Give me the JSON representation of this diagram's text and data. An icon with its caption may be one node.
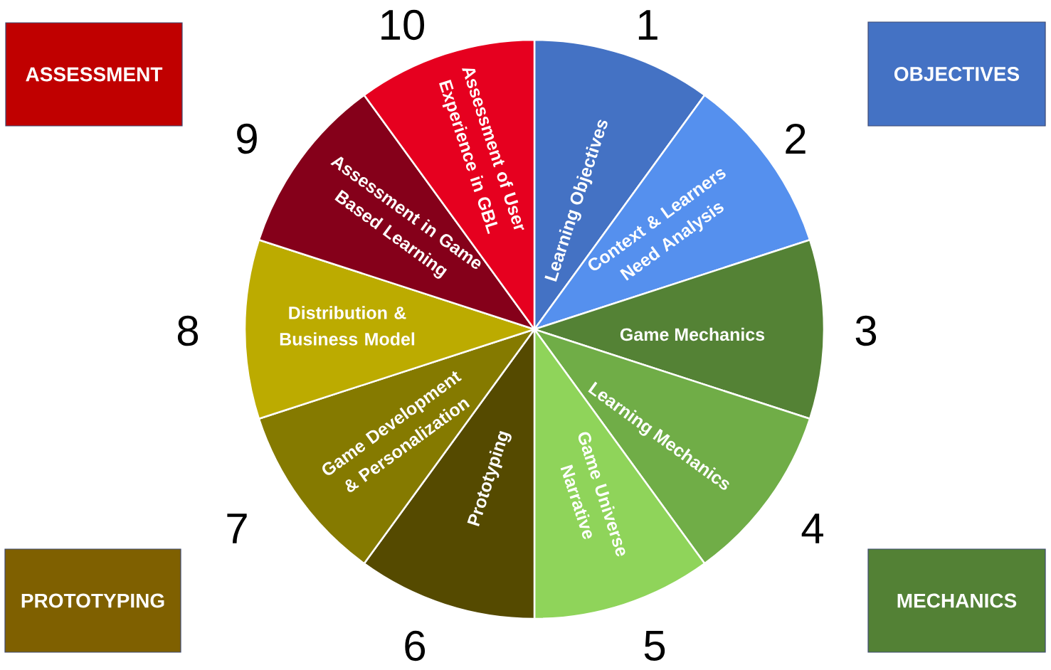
{
  "diagram": {
    "nodes": [
      {
        "text": [
          "ASSESSMENT"
        ]
      },
      {
        "text": [
          "OBJECTIVES"
        ]
      },
      {
        "text": [
          "Learning Objectives"
        ],
        "beside": [
          "1"
        ]
      },
      {
        "text": [
          "Context & Learners Need Analysis"
        ],
        "beside": [
          "2"
        ]
      },
      {
        "text": [
          "Game Mechanics"
        ],
        "beside": [
          "3"
        ]
      },
      {
        "text": [
          "Learning Mechanics"
        ],
        "beside": [
          "4"
        ]
      },
      {
        "text": [
          "Game Universe Narrative"
        ],
        "beside": [
          "5"
        ]
      },
      {
        "text": [
          "Prototyping"
        ],
        "beside": [
          "6"
        ]
      },
      {
        "text": [
          "Game Development & Personalization"
        ],
        "beside": [
          "7"
        ]
      },
      {
        "text": [
          "Distribution & Business Model"
        ],
        "beside": [
          "8"
        ]
      },
      {
        "text": [
          "Assessment in Game Based Learning"
        ],
        "beside": [
          "9"
        ]
      },
      {
        "text": [
          "Assessment of User Experience in GBL"
        ],
        "beside": [
          "10"
        ]
      },
      {
        "text": [
          "PROTOTYPING"
        ]
      },
      {
        "text": [
          "MECHANICS"
        ]
      }
    ]
  }
}
